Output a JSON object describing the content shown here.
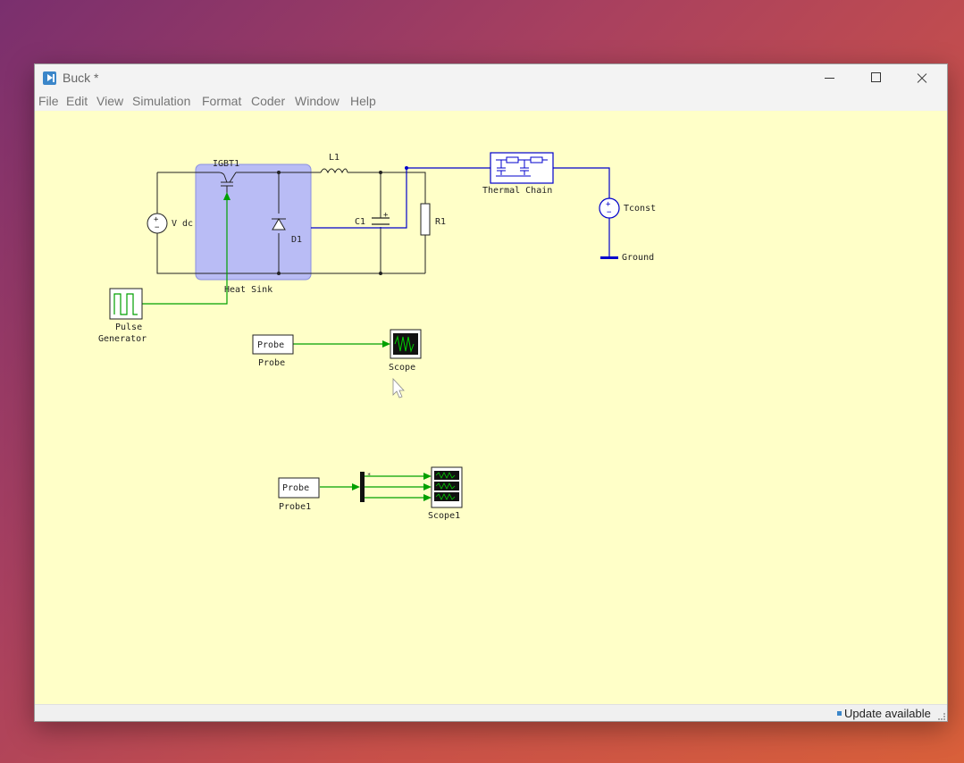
{
  "window": {
    "title": "Buck *"
  },
  "menu": [
    "File",
    "Edit",
    "View",
    "Simulation",
    "Format",
    "Coder",
    "Window",
    "Help"
  ],
  "status": {
    "update_text": "Update available"
  },
  "colors": {
    "canvas": "#ffffc8",
    "heat_sink": "#b9bcf5",
    "thermal_wire": "#0000cc",
    "signal_wire": "#00a000"
  },
  "labels": {
    "igbt": "IGBT1",
    "inductor": "L1",
    "vdc": "V dc",
    "diode": "D1",
    "capacitor": "C1",
    "resistor": "R1",
    "heat_sink": "Heat Sink",
    "thermal_chain": "Thermal Chain",
    "tconst": "Tconst",
    "ground": "Ground",
    "pulse_generator_1": "Pulse",
    "pulse_generator_2": "Generator",
    "probe_box": "Probe",
    "probe": "Probe",
    "scope": "Scope",
    "probe1_box": "Probe",
    "probe1": "Probe1",
    "scope1": "Scope1"
  }
}
